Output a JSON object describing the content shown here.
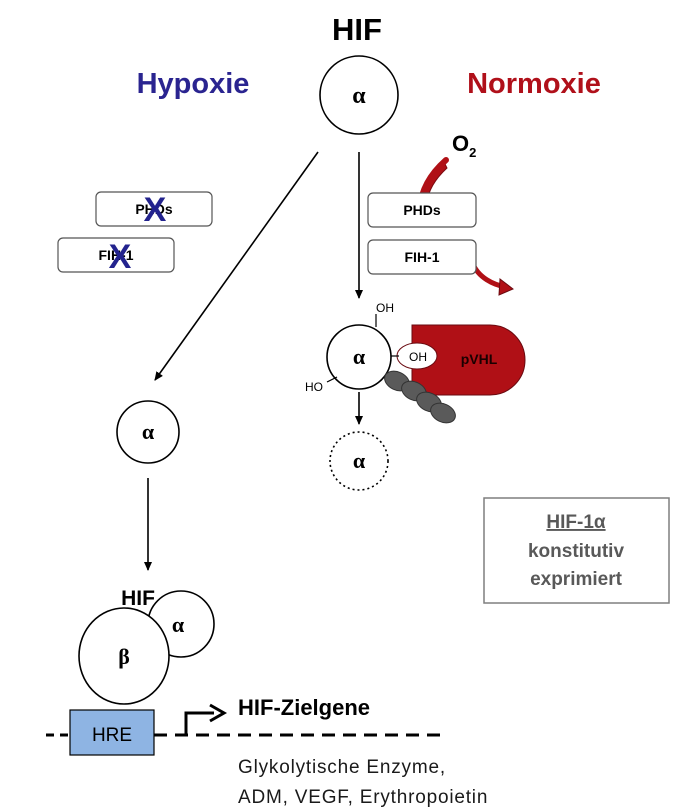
{
  "title": "HIF",
  "left_label": "Hypoxie",
  "right_label": "Normoxie",
  "alpha": "α",
  "beta": "β",
  "o2": "O",
  "o2_sub": "2",
  "phds": "PHDs",
  "fih1": "FIH-1",
  "inhibited_phds": "PHDs",
  "inhibited_fih1": "FIH-1",
  "inhibit_mark": "X",
  "oh": "OH",
  "ho": "HO",
  "pvhl": "pVHL",
  "hif_complex_label": "HIF",
  "hre": "HRE",
  "target_genes": "HIF-Zielgene",
  "genes_line1": "Glykolytische Enzyme,",
  "genes_line2": "ADM, VEGF, Erythropoietin",
  "note_line1": "HIF-1α",
  "note_line2": "konstitutiv",
  "note_line3": "exprimiert",
  "colors": {
    "hypoxie": "#2a2490",
    "normoxie": "#b0101a",
    "inhibit": "#23238e",
    "pvhl": "#b01016",
    "hre_fill": "#8eb4e3",
    "ubiquitin": "#555555",
    "note_border": "#7f7f7f"
  }
}
